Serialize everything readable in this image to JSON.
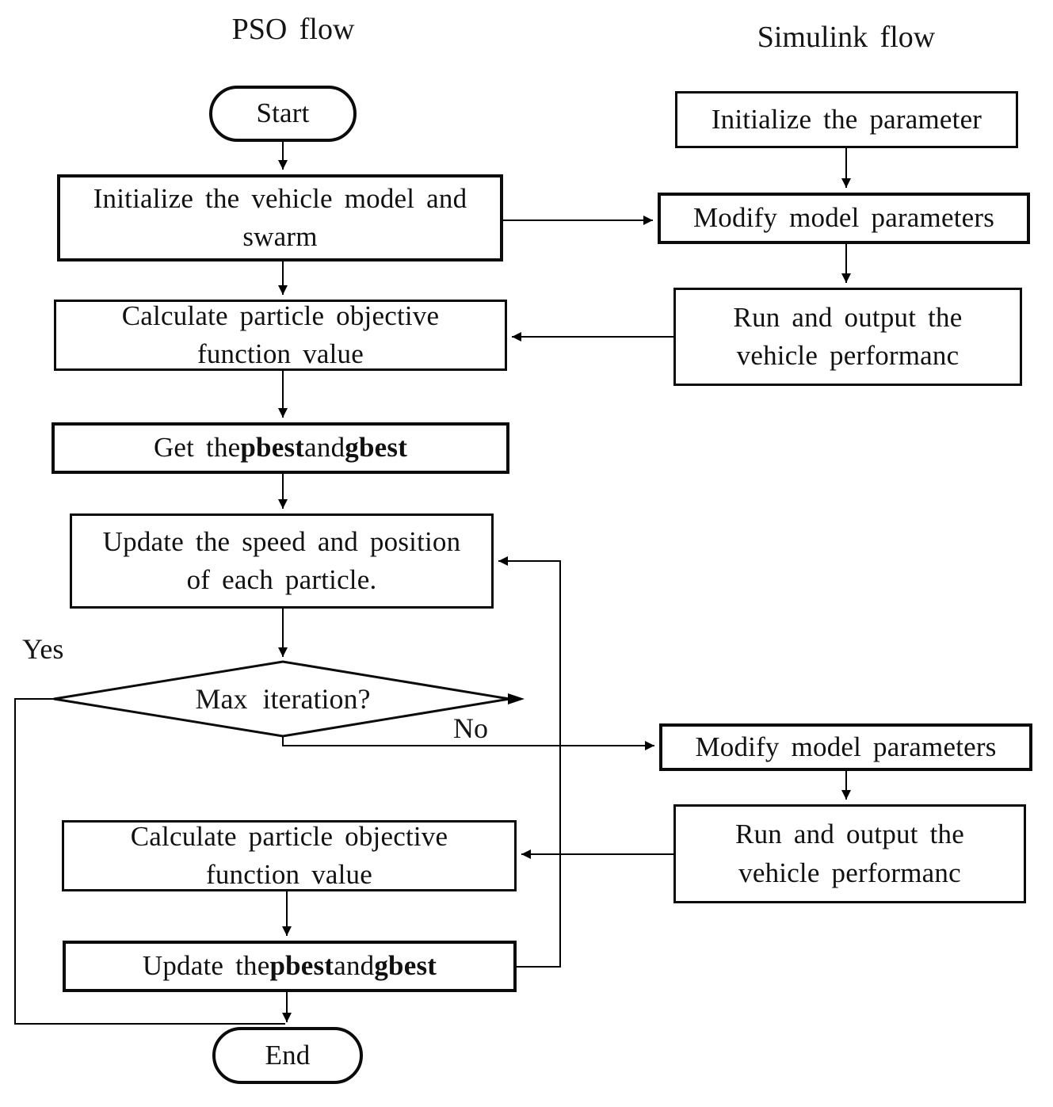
{
  "columns": {
    "pso": {
      "title": "PSO flow"
    },
    "simulink": {
      "title": "Simulink flow"
    }
  },
  "nodes": {
    "start": {
      "label": "Start"
    },
    "init_vehicle": {
      "line1": "Initialize the vehicle model and",
      "line2": "swarm"
    },
    "calc_objective_1": {
      "line1": "Calculate particle objective",
      "line2": "function value"
    },
    "get_best": {
      "parts": {
        "p1": "Get the ",
        "b1": "pbest",
        "p2": " and ",
        "b2": "gbest"
      }
    },
    "update_speed": {
      "line1": "Update the speed and position",
      "line2": "of each particle."
    },
    "max_iteration": {
      "label": "Max iteration?"
    },
    "calc_objective_2": {
      "line1": "Calculate particle objective",
      "line2": "function value"
    },
    "update_best": {
      "parts": {
        "p1": "Update the ",
        "b1": "pbest",
        "p2": " and ",
        "b2": "gbest"
      }
    },
    "end": {
      "label": "End"
    },
    "init_param": {
      "label": "Initialize the parameter"
    },
    "modify_params_1": {
      "label": "Modify model parameters"
    },
    "run_output_1": {
      "line1": "Run and output the",
      "line2": "vehicle performanc"
    },
    "modify_params_2": {
      "label": "Modify model parameters"
    },
    "run_output_2": {
      "line1": "Run and output the",
      "line2": "vehicle performanc"
    }
  },
  "edge_labels": {
    "yes": "Yes",
    "no": "No"
  },
  "colors": {
    "stroke": "#000000",
    "background": "#ffffff",
    "text": "#111111"
  }
}
